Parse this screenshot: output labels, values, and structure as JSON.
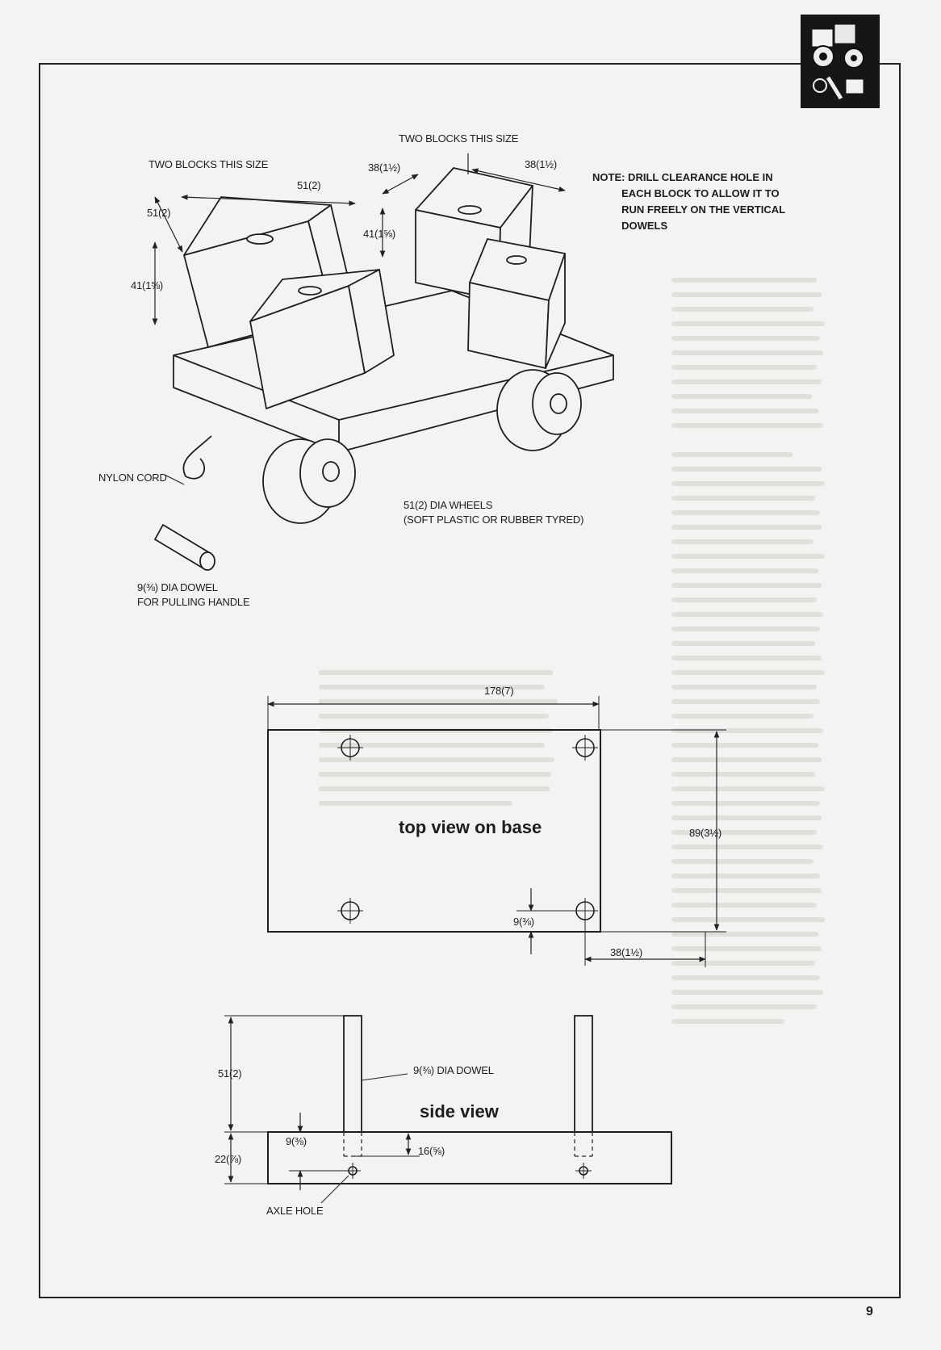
{
  "iso": {
    "block_label_left": "TWO BLOCKS THIS SIZE",
    "block_label_right": "TWO BLOCKS THIS SIZE",
    "dim_51_top": "51(2)",
    "dim_51_left": "51(2)",
    "dim_41_left": "41(1⅝)",
    "dim_38_a": "38(1½)",
    "dim_38_b": "38(1½)",
    "dim_41_right": "41(1⅝)",
    "note": "NOTE: DRILL CLEARANCE HOLE IN\n          EACH BLOCK TO ALLOW IT TO\n          RUN FREELY ON THE VERTICAL\n          DOWELS",
    "nylon_cord": "NYLON CORD",
    "wheels": "51(2) DIA WHEELS",
    "wheels_sub": "(SOFT PLASTIC OR RUBBER TYRED)",
    "dowel": "9(⅜) DIA DOWEL",
    "dowel_sub": "FOR PULLING HANDLE"
  },
  "top_view": {
    "title": "top view on base",
    "width": "178(7)",
    "height": "89(3½)",
    "hole_offset": "9(⅜)",
    "hole_spacing": "38(1½)"
  },
  "side_view": {
    "title": "side view",
    "dowel_height": "51(2)",
    "dowel_label": "9(⅜) DIA DOWEL",
    "axle_offset": "9(⅜)",
    "depth": "16(⅝)",
    "base_height": "22(⅞)",
    "axle_hole": "AXLE HOLE"
  },
  "page_number": "9"
}
